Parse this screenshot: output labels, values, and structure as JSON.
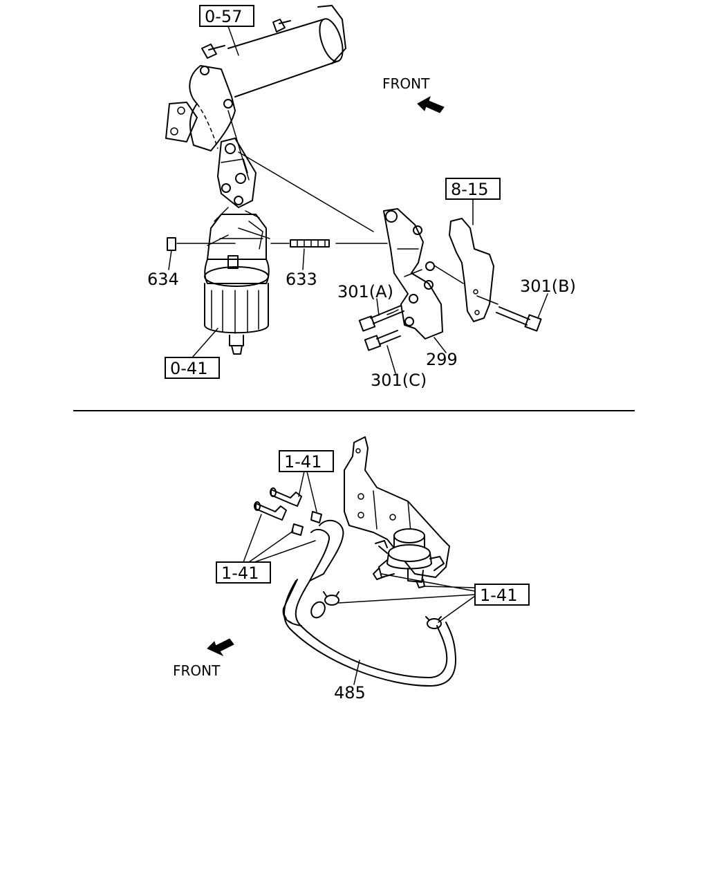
{
  "callouts": {
    "ref_057": "0-57",
    "ref_815": "8-15",
    "ref_041": "0-41",
    "ref_141_a": "1-41",
    "ref_141_b": "1-41",
    "ref_141_c": "1-41"
  },
  "parts": {
    "p634": "634",
    "p633": "633",
    "p301a": "301(A)",
    "p301b": "301(B)",
    "p301c": "301(C)",
    "p299": "299",
    "p485": "485"
  },
  "directions": {
    "front_top": "FRONT",
    "front_bottom": "FRONT"
  },
  "icons": {
    "front_arrow_top": "arrow-left-icon",
    "front_arrow_bottom": "arrow-left-down-icon"
  }
}
